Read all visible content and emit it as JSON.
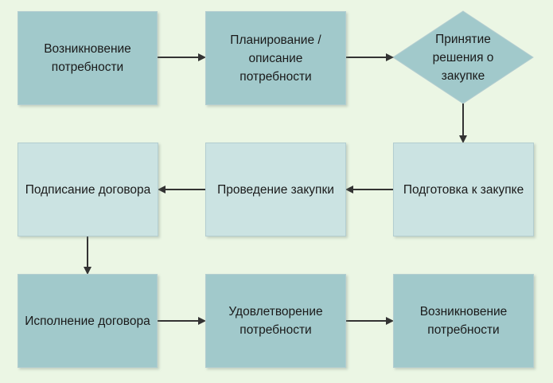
{
  "nodes": {
    "n1": "Возникновение потребности",
    "n2": "Планирование / описание потребности",
    "n3": "Принятие решения о закупке",
    "n4": "Подготовка к закупке",
    "n5": "Проведение закупки",
    "n6": "Подписание договора",
    "n7": "Исполнение договора",
    "n8": "Удовлетворение потребности",
    "n9": "Возникновение потребности"
  },
  "colors": {
    "background": "#ebf6e4",
    "box_dark": "#a1c9cb",
    "box_light": "#cbe3e2",
    "arrow": "#333333"
  }
}
